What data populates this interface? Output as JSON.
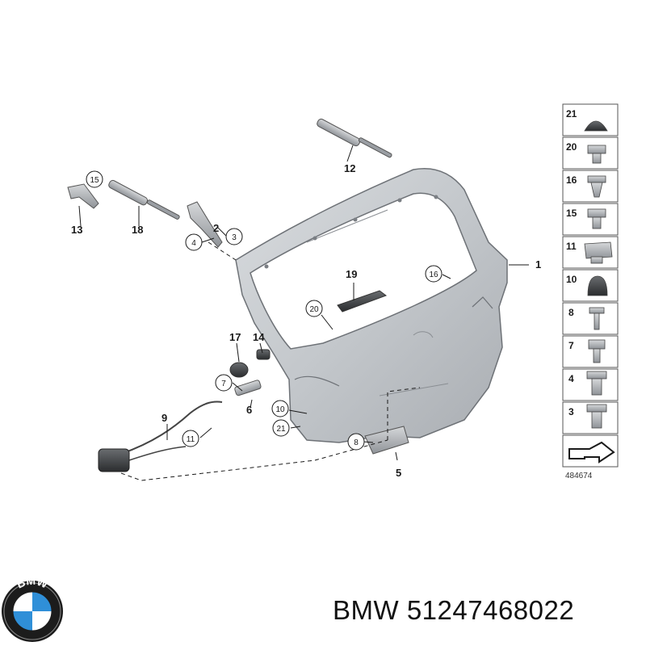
{
  "diagram": {
    "callouts": [
      "1",
      "2",
      "3",
      "4",
      "5",
      "6",
      "7",
      "8",
      "9",
      "10",
      "11",
      "12",
      "13",
      "14",
      "15",
      "16",
      "17",
      "18",
      "19",
      "20",
      "21"
    ],
    "parts_list": [
      "21",
      "20",
      "16",
      "15",
      "11",
      "10",
      "8",
      "7",
      "4",
      "3"
    ],
    "drawing_number": "484674"
  },
  "footer": {
    "logo_text": "BMW",
    "brand": "BMW",
    "part_number": "51247468022"
  },
  "colors": {
    "panel_fill": "#c9ccd0",
    "panel_edge": "#6e7277",
    "ink": "#1a1a1a",
    "bmw_blue": "#2f8fd8",
    "bmw_ring": "#1c1c1c"
  }
}
